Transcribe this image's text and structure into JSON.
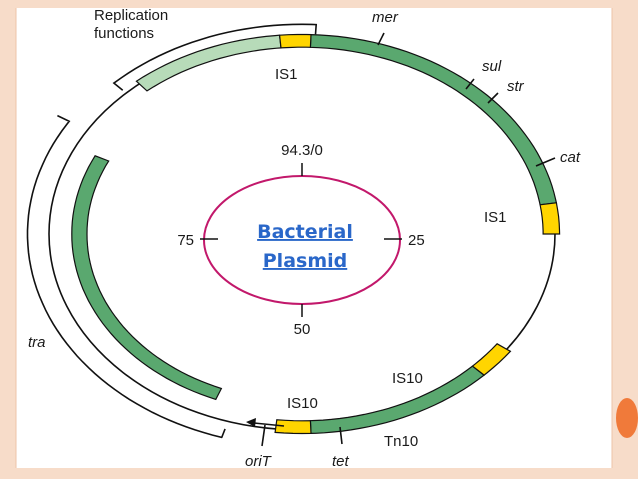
{
  "center": {
    "title_line1": "Bacterial",
    "title_line2": "Plasmid",
    "scale_top": "94.3/0",
    "scale_right": "25",
    "scale_bottom": "50",
    "scale_left": "75"
  },
  "labels": {
    "replication": [
      "Replication",
      "functions"
    ],
    "mer": "mer",
    "sul": "sul",
    "str": "str",
    "cat": "cat",
    "is1_top": "IS1",
    "is1_right": "IS1",
    "is10_right": "IS10",
    "is10_bottom": "IS10",
    "tn10": "Tn10",
    "tet": "tet",
    "oriT": "oriT",
    "tra": "tra"
  },
  "colors": {
    "gene_green": "#5aa86f",
    "pale_green": "#b7dbb9",
    "insertion_yellow": "#ffd500",
    "inner_circle": "#c2186b",
    "title_blue": "#2a67c9",
    "frame_peach": "#f7dcc9",
    "badge_orange": "#f07a3a"
  }
}
